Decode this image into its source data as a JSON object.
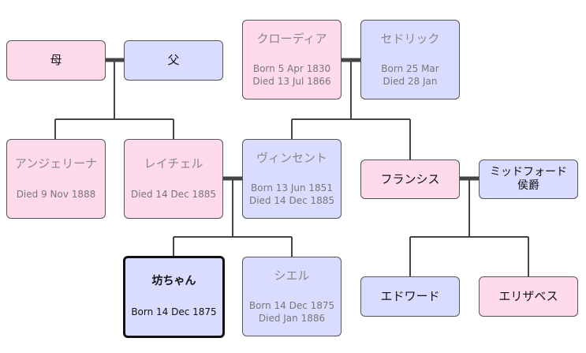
{
  "people": {
    "mother": {
      "name": "母"
    },
    "father": {
      "name": "父"
    },
    "claudia": {
      "name": "クローディア",
      "born": "Born 5 Apr 1830",
      "died": "Died 13 Jul 1866"
    },
    "cedric": {
      "name": "セドリック",
      "born": "Born 25 Mar",
      "died": "Died 28 Jan"
    },
    "angelina": {
      "name": "アンジェリーナ",
      "died": "Died 9 Nov 1888"
    },
    "rachel": {
      "name": "レイチェル",
      "died": "Died 14 Dec 1885"
    },
    "vincent": {
      "name": "ヴィンセント",
      "born": "Born 13 Jun 1851",
      "died": "Died 14 Dec 1885"
    },
    "frances": {
      "name": "フランシス"
    },
    "marquis_midford": {
      "name_line1": "ミッドフォード",
      "name_line2": "侯爵"
    },
    "bocchan": {
      "name": "坊ちゃん",
      "born": "Born 14 Dec 1875"
    },
    "ciel": {
      "name": "シエル",
      "born": "Born 14 Dec 1875",
      "died": "Died Jan 1886"
    },
    "edward": {
      "name": "エドワード"
    },
    "elizabeth": {
      "name": "エリザベス"
    }
  },
  "colors": {
    "female": "#ffd9ec",
    "male": "#d9dcff",
    "line": "#444444"
  }
}
